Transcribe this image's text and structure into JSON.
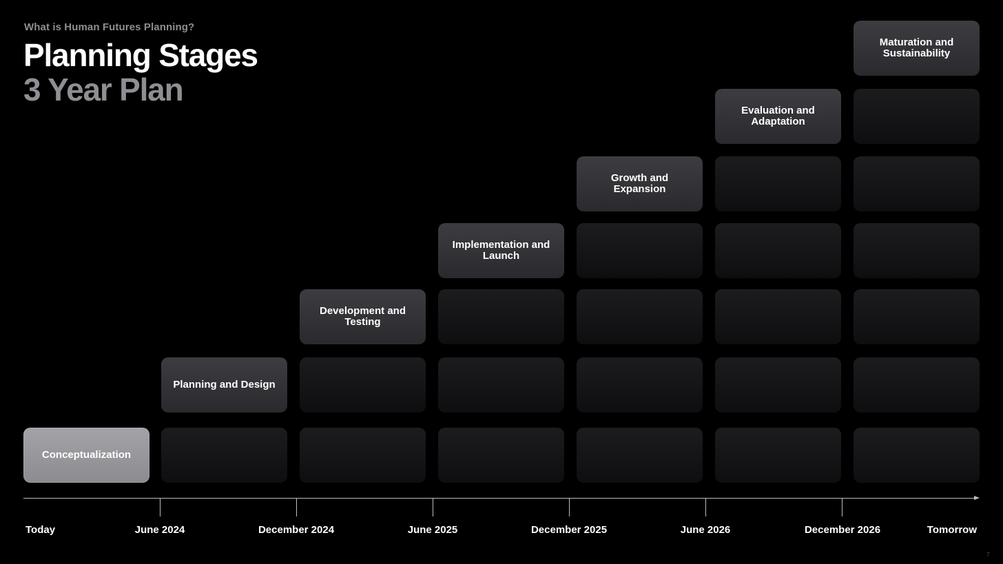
{
  "slide": {
    "eyebrow": "What is Human Futures Planning?",
    "title": "Planning Stages",
    "subtitle": "3 Year Plan",
    "page_number": "7"
  },
  "stages": [
    {
      "label": "Conceptualization"
    },
    {
      "label": "Planning and Design"
    },
    {
      "label": "Development and Testing"
    },
    {
      "label": "Implementation and Launch"
    },
    {
      "label": "Growth and Expansion"
    },
    {
      "label": "Evaluation and Adaptation"
    },
    {
      "label": "Maturation and Sustainability"
    }
  ],
  "timeline": {
    "labels": [
      "Today",
      "June 2024",
      "December 2024",
      "June 2025",
      "December 2025",
      "June 2026",
      "December 2026",
      "Tomorrow"
    ]
  },
  "colors": {
    "background": "#000000",
    "active_stage": "#3c3c41",
    "first_stage": "#a3a3a8",
    "empty_cell": "#1c1c1f",
    "axis": "#bdbdc2",
    "muted_text": "#8e8e93"
  }
}
